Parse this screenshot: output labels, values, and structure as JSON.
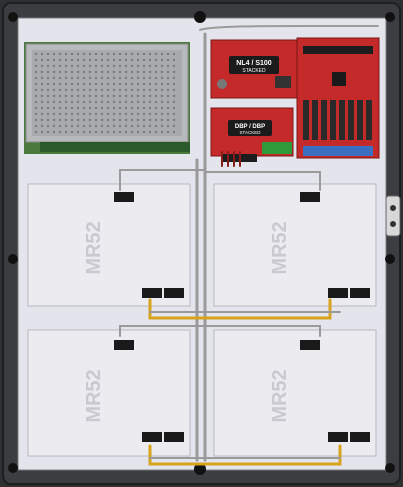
{
  "colors": {
    "enclosure": "#3a3b3d",
    "backplate": "#e3e4ec",
    "wire_gray": "#9a9a9a",
    "wire_yellow": "#d7a21c",
    "board_red": "#c42a2a",
    "mr52_plate": "#ececf0"
  },
  "boards": {
    "nl4_label": "NL4 / S100",
    "nl4_sub": "STACKED",
    "dbp_label": "DBP / DBP",
    "dbp_sub": "STACKED"
  },
  "mr52_panels": [
    "MR52",
    "MR52",
    "MR52",
    "MR52"
  ]
}
